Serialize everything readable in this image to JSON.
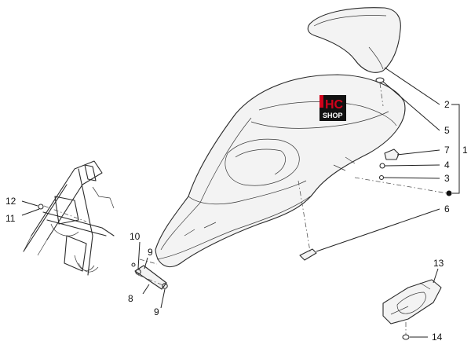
{
  "logo": {
    "line1": "HC",
    "line2": "SHOP",
    "color": "#d0021b",
    "panel": "#111111"
  },
  "callouts": {
    "c2": "2",
    "c5": "5",
    "c7": "7",
    "c4": "4",
    "c3": "3",
    "c1": "1",
    "c6": "6",
    "c12": "12",
    "c11": "11",
    "c10": "10",
    "c9a": "9",
    "c8": "8",
    "c9b": "9",
    "c13": "13",
    "c14": "14"
  }
}
